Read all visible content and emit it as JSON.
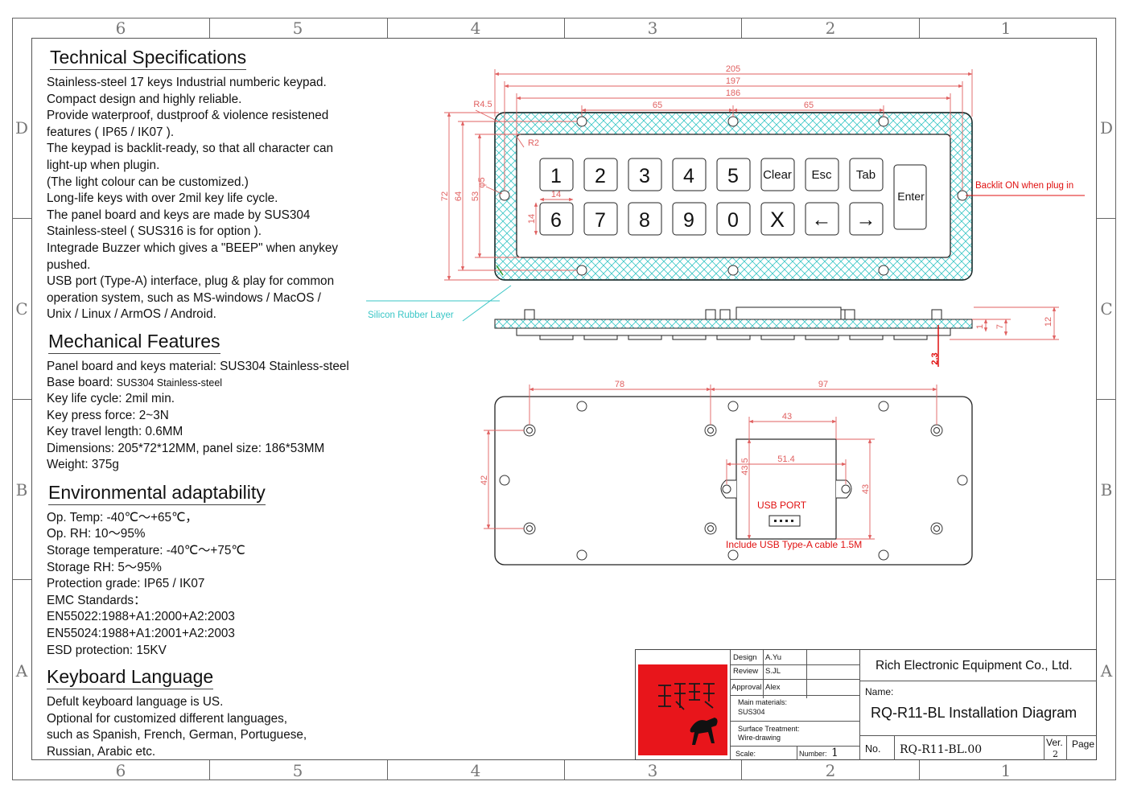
{
  "frame": {
    "zone_numbers_top": [
      "6",
      "5",
      "4",
      "3",
      "2",
      "1"
    ],
    "zone_numbers_bottom": [
      "6",
      "5",
      "4",
      "3",
      "2",
      "1"
    ],
    "zone_letters": [
      "D",
      "C",
      "B",
      "A"
    ]
  },
  "specs": {
    "technical": {
      "title": "Technical Specifications",
      "lines": [
        "Stainless-steel 17 keys Industrial numberic keypad.",
        "Compact design and highly reliable.",
        "Provide waterproof, dustproof & violence resistened",
        "features ( IP65 / IK07 ).",
        "The keypad is backlit-ready, so that all character can",
        "light-up when plugin.",
        " (The light colour can be customized.)",
        "Long-life keys with over 2mil key life cycle.",
        "The panel board and keys are made by SUS304",
        "Stainless-steel ( SUS316 is for option ).",
        "Integrade Buzzer which gives a \"BEEP\" when anykey",
        "pushed.",
        "USB port (Type-A) interface, plug & play for common",
        "operation system, such as MS-windows / MacOS /",
        "Unix / Linux / ArmOS / Android."
      ]
    },
    "mechanical": {
      "title": "Mechanical Features",
      "line1": "Panel board and keys material: SUS304 Stainless-steel",
      "line2_label": "Base board: ",
      "line2_value": "SUS304 Stainless-steel",
      "lines": [
        "Key life cycle: 2mil min.",
        "Key press force: 2~3N",
        "Key travel length: 0.6MM",
        "Dimensions: 205*72*12MM, panel size: 186*53MM",
        "Weight: 375g"
      ]
    },
    "environmental": {
      "title": "Environmental adaptability",
      "lines": [
        "Op. Temp: -40℃～+65℃，",
        "Op. RH: 10～95%",
        "Storage temperature: -40℃～+75℃",
        "Storage RH: 5～95%",
        "Protection grade: IP65 / IK07",
        "EMC Standards：",
        "EN55022:1988+A1:2000+A2:2003",
        "EN55024:1988+A1:2001+A2:2003",
        "ESD protection: 15KV"
      ]
    },
    "language": {
      "title": "Keyboard Language",
      "lines": [
        "Defult keyboard language is US.",
        "Optional for customized different languages,",
        "such as Spanish, French, German, Portuguese,",
        "Russian, Arabic etc."
      ]
    }
  },
  "front_view": {
    "dims": {
      "overall_width": "205",
      "width_197": "197",
      "panel_width": "186",
      "hole_spacing_left": "65",
      "hole_spacing_right": "65",
      "corner_radius_outer": "R4.5",
      "corner_radius_inner": "R2",
      "hole_dia": "φ5",
      "height_72": "72",
      "height_64": "64",
      "height_53": "53",
      "key_width": "14",
      "key_height": "14"
    },
    "keys_row1": [
      "1",
      "2",
      "3",
      "4",
      "5",
      "Clear",
      "Esc",
      "Tab"
    ],
    "keys_row2": [
      "6",
      "7",
      "8",
      "9",
      "0",
      "X",
      "←",
      "→"
    ],
    "enter_key": "Enter",
    "backlit_note": "Backlit ON when plug in",
    "rubber_layer_label": "Silicon Rubber Layer"
  },
  "side_view": {
    "dims": {
      "d12": "12",
      "d7": "7",
      "d1": "1",
      "d23": "2.3"
    }
  },
  "back_view": {
    "dims": {
      "d78": "78",
      "d97": "97",
      "d42": "42",
      "d43_top": "43",
      "d43_side": "43",
      "d435": "43.5",
      "d514": "51.4"
    },
    "usb_label": "USB  PORT",
    "cable_note": "Include USB Type-A cable 1.5M"
  },
  "title_block": {
    "design_label": "Design",
    "design_value": "A.Yu",
    "review_label": "Review",
    "review_value": "S.JL",
    "approval_label": "Approval",
    "approval_value": "Alex",
    "materials_label": "Main materials:",
    "materials_value": "SUS304",
    "surface_label": "Surface Treatment:",
    "surface_value": "Wire-drawing",
    "scale_label": "Scale:",
    "number_label": "Number:",
    "number_value": "1",
    "company": "Rich Electronic Equipment Co., Ltd.",
    "name_label": "Name:",
    "name_value": "RQ-R11-BL Installation Diagram",
    "no_label": "No.",
    "no_value": "RQ-R11-BL.00",
    "ver_label": "Ver.",
    "ver_value": "2",
    "page_label": "Page"
  },
  "colors": {
    "dimension_red": "#e06060",
    "annotation_red": "#e01010",
    "rubber_cyan": "#39c6c6",
    "logo_red": "#e8151b",
    "line": "#222222"
  }
}
